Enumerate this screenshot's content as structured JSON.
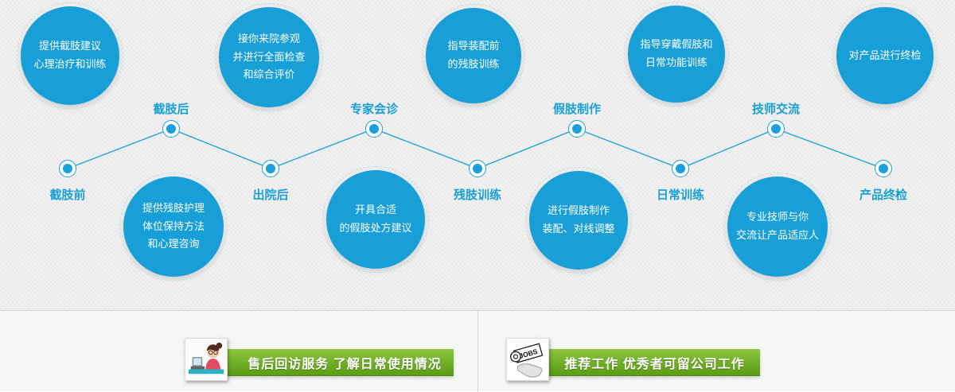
{
  "palette": {
    "bubble_blue": "#189fd8",
    "node_blue": "#1aa0dc",
    "label_blue": "#189fd8",
    "banner_green_top": "#8cc63f",
    "banner_green_bottom": "#5d9c17",
    "background_gray": "#ededed"
  },
  "timeline": {
    "stages": [
      {
        "label": "截肢前",
        "bubble": "提供截肢建议\n心理治疗和训练"
      },
      {
        "label": "截肢后",
        "bubble": "提供残肢护理\n体位保持方法\n和心理咨询"
      },
      {
        "label": "出院后",
        "bubble": "接你来院参观\n并进行全面检查\n和综合评价"
      },
      {
        "label": "专家会诊",
        "bubble": "开具合适\n的假肢处方建议"
      },
      {
        "label": "残肢训练",
        "bubble": "指导装配前\n的残肢训练"
      },
      {
        "label": "假肢制作",
        "bubble": "进行假肢制作\n装配、对线调整"
      },
      {
        "label": "日常训练",
        "bubble": "指导穿戴假肢和\n日常功能训练"
      },
      {
        "label": "技师交流",
        "bubble": "专业技师与你\n交流让产品适应人"
      },
      {
        "label": "产品终检",
        "bubble": "对产品进行终检"
      }
    ]
  },
  "footer": {
    "banners": [
      {
        "text": "售后回访服务 了解日常使用情况",
        "icon": "customer-service-icon"
      },
      {
        "text": "推荐工作 优秀者可留公司工作",
        "icon": "jobs-newspaper-icon"
      }
    ],
    "jobs_icon_text": "JOBS"
  }
}
